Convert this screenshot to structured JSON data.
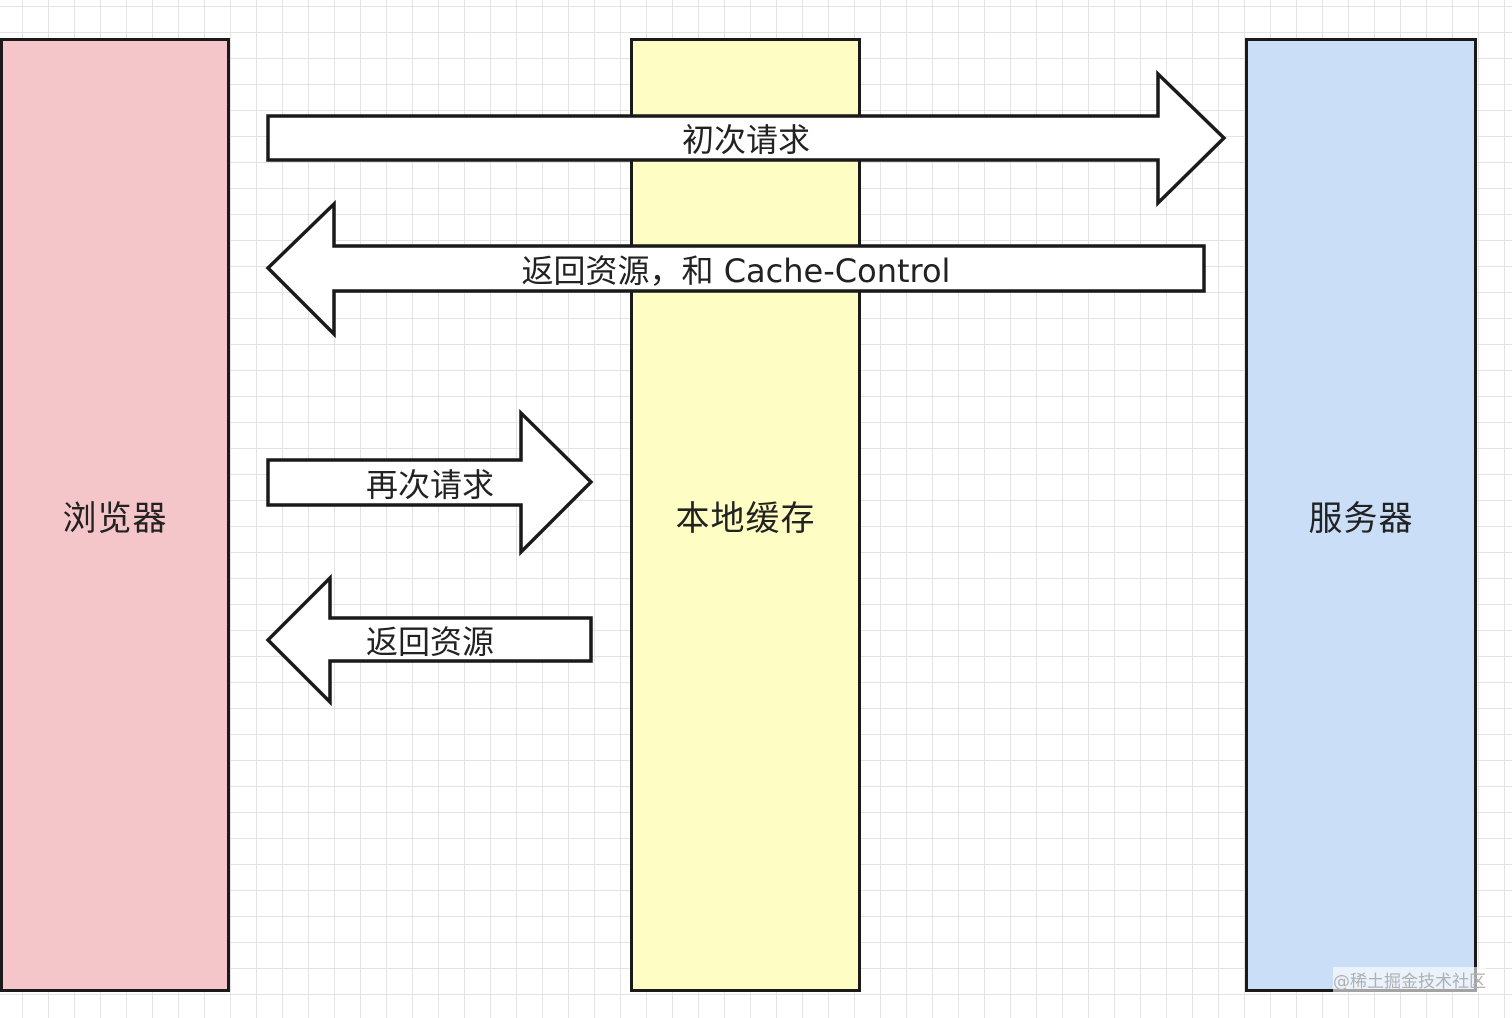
{
  "nodes": {
    "browser": {
      "label": "浏览器",
      "color": "#f5c6c9"
    },
    "cache": {
      "label": "本地缓存",
      "color": "#fefdc3"
    },
    "server": {
      "label": "服务器",
      "color": "#cadff7"
    }
  },
  "arrows": {
    "initial_request": {
      "label": "初次请求",
      "direction": "right"
    },
    "return_with_cache_control": {
      "label": "返回资源，和 Cache-Control",
      "direction": "left"
    },
    "repeat_request": {
      "label": "再次请求",
      "direction": "right"
    },
    "return_resource": {
      "label": "返回资源",
      "direction": "left"
    }
  },
  "watermark": "@稀土掘金技术社区"
}
